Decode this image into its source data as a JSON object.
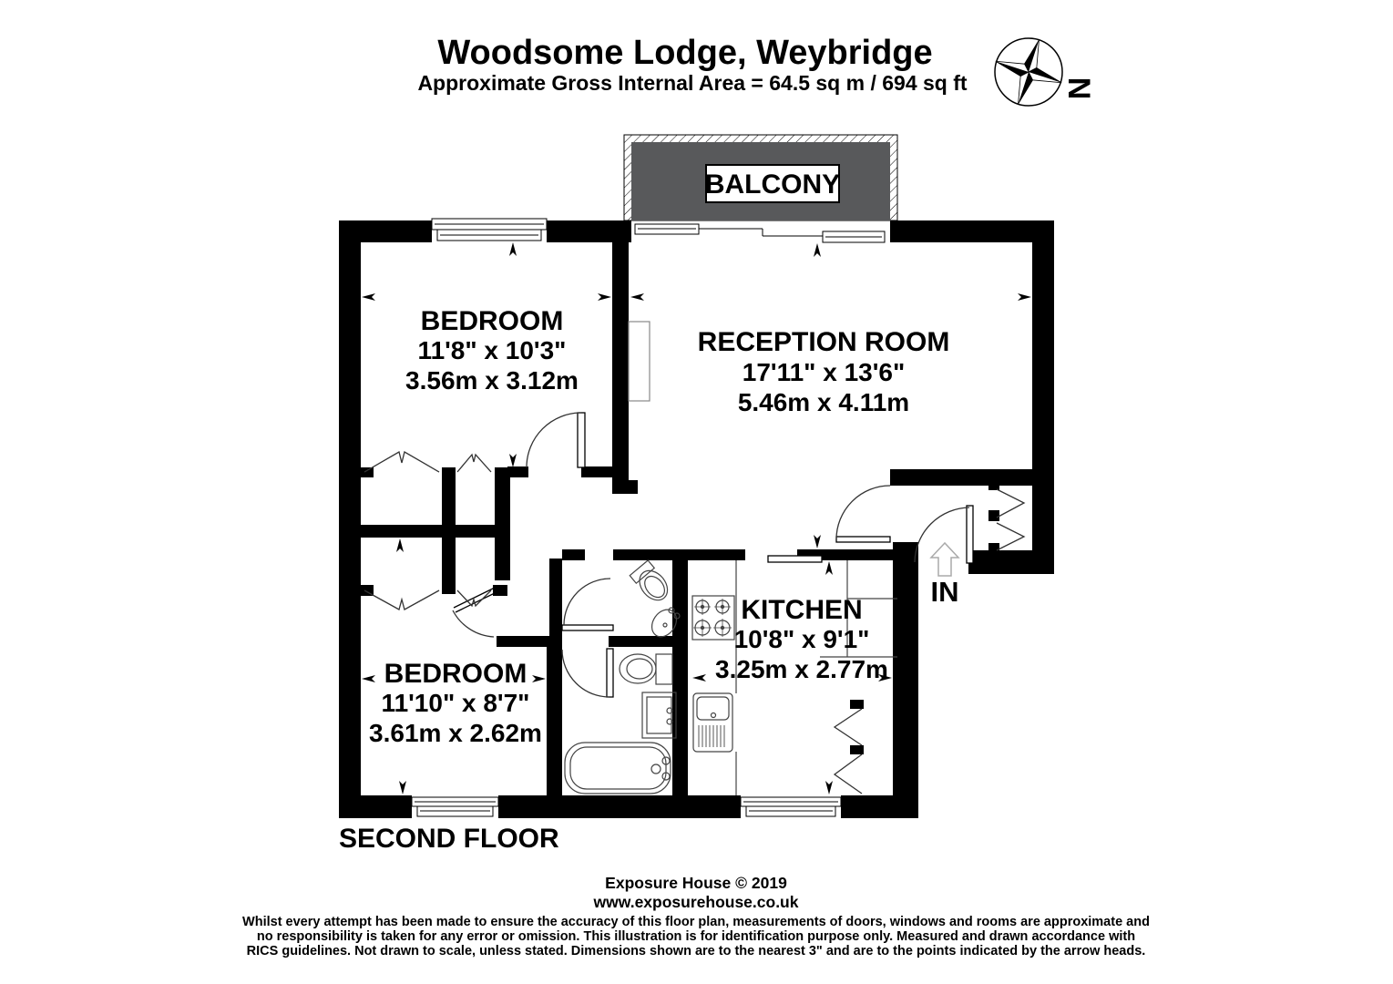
{
  "header": {
    "title": "Woodsome Lodge, Weybridge",
    "subtitle": "Approximate Gross Internal Area = 64.5 sq m / 694 sq ft"
  },
  "compass": {
    "label": "N"
  },
  "floorplan": {
    "floor_label": "SECOND FLOOR",
    "entrance_label": "IN",
    "balcony": {
      "label": "BALCONY"
    },
    "rooms": [
      {
        "name": "BEDROOM",
        "dims_imperial": "11'8\" x 10'3\"",
        "dims_metric": "3.56m x 3.12m"
      },
      {
        "name": "RECEPTION ROOM",
        "dims_imperial": "17'11\" x 13'6\"",
        "dims_metric": "5.46m x 4.11m"
      },
      {
        "name": "KITCHEN",
        "dims_imperial": "10'8\" x 9'1\"",
        "dims_metric": "3.25m x 2.77m"
      },
      {
        "name": "BEDROOM",
        "dims_imperial": "11'10\" x 8'7\"",
        "dims_metric": "3.61m x 2.62m"
      }
    ]
  },
  "footer": {
    "company": "Exposure House © 2019",
    "website": "www.exposurehouse.co.uk",
    "disclaimer_line1": "Whilst every attempt has been made to ensure the accuracy of this floor plan, measurements of doors, windows and rooms are approximate and",
    "disclaimer_line2": "no responsibility is taken for any error or omission. This illustration is for identification purpose only. Measured and drawn accordance with",
    "disclaimer_line3": "RICS guidelines. Not drawn to scale, unless stated. Dimensions shown are to the nearest 3\" and are to the points indicated by the arrow heads."
  },
  "colors": {
    "wall": "#000000",
    "balcony_fill": "#58595b"
  }
}
